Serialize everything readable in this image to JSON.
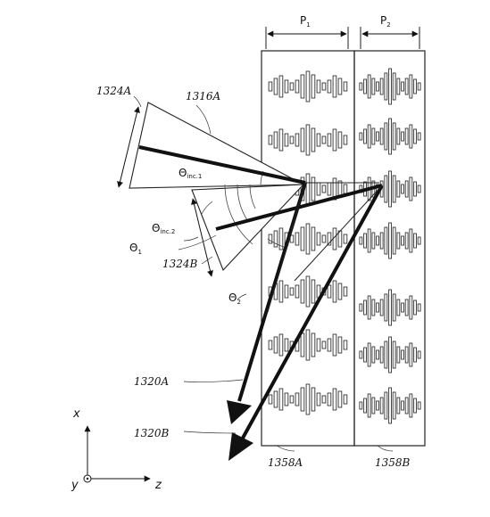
{
  "labels": {
    "pitch1": {
      "main": "P",
      "sub": "1"
    },
    "pitch2": {
      "main": "P",
      "sub": "2"
    },
    "ray_1324A": "1324A",
    "ray_1316A": "1316A",
    "ray_1324B": "1324B",
    "ray_1320A": "1320A",
    "ray_1320B": "1320B",
    "theta_inc1": {
      "main": "Θ",
      "sub": "inc.1"
    },
    "theta_inc2": {
      "main": "Θ",
      "sub": "inc.2"
    },
    "theta1": {
      "main": "Θ",
      "sub": "1"
    },
    "theta2": {
      "main": "Θ",
      "sub": "2"
    },
    "grating_1358A": "1358A",
    "grating_1358B": "1358B"
  },
  "axes": {
    "x": "x",
    "y": "y",
    "z": "z"
  }
}
